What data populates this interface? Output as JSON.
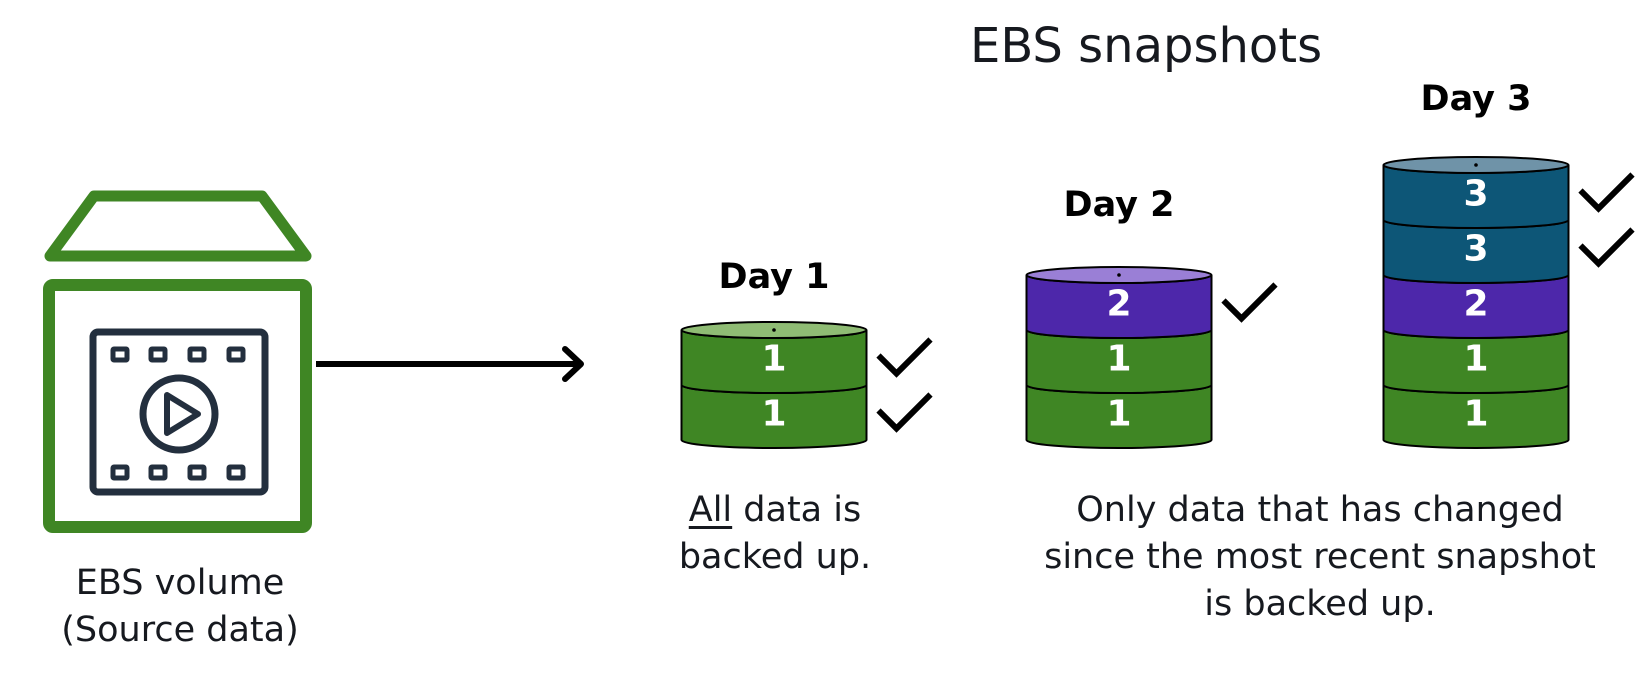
{
  "title": "EBS snapshots",
  "source": {
    "label_line1": "EBS volume",
    "label_line2": "(Source data)",
    "icon": "ebs-volume-video-icon",
    "color": "#3f8624"
  },
  "days": [
    {
      "label": "Day 1",
      "blocks": [
        "1",
        "1"
      ],
      "checks": 2
    },
    {
      "label": "Day 2",
      "blocks": [
        "1",
        "1",
        "2"
      ],
      "checks": 1
    },
    {
      "label": "Day 3",
      "blocks": [
        "1",
        "1",
        "2",
        "3",
        "3"
      ],
      "checks": 2
    }
  ],
  "block_colors": {
    "1": "#3f8624",
    "2": "#4d27aa",
    "3": "#0d5677"
  },
  "block_top_colors": {
    "1": "#8fbc74",
    "2": "#9a7fd6",
    "3": "#6f93a8"
  },
  "captions": {
    "day1_emphasis": "All",
    "day1_rest": " data is",
    "day1_line2": "backed up.",
    "incremental_line1": "Only data that has changed",
    "incremental_line2": "since the most recent snapshot",
    "incremental_line3": "is backed up."
  }
}
